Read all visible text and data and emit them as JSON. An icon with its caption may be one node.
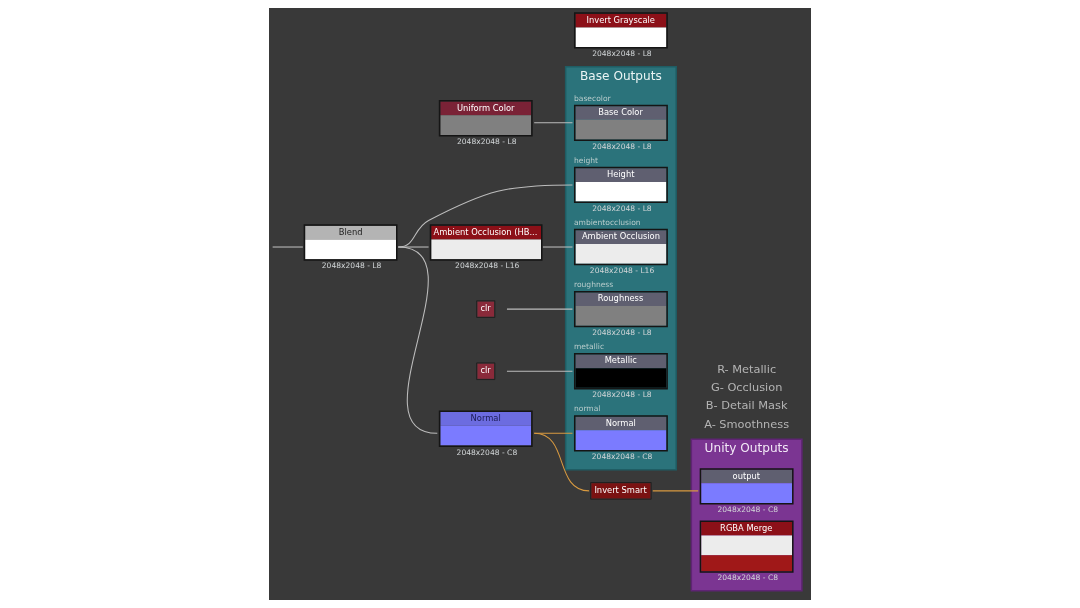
{
  "diagram": {
    "nodes": [
      {
        "text": [
          "Base Outputs"
        ]
      },
      {
        "text": [
          "Unity Outputs"
        ]
      },
      {
        "text": [
          "Uniform Color"
        ],
        "beside": [
          "2048x2048 - L8"
        ]
      },
      {
        "text": [
          "Normal"
        ],
        "beside": [
          "2048x2048 - C8"
        ]
      },
      {
        "text": [
          "Blend"
        ],
        "beside": [
          "2048x2048 - L8"
        ]
      },
      {
        "text": [
          "Ambient Occlusion (HB..."
        ],
        "beside": [
          "2048x2048 - L16"
        ]
      },
      {
        "text": [
          "Base Color"
        ],
        "in": 0,
        "beside": [
          "basecolor",
          "2048x2048 - L8"
        ]
      },
      {
        "text": [
          "Normal"
        ],
        "in": 0,
        "beside": [
          "normal",
          "2048x2048 - C8"
        ]
      },
      {
        "text": [
          "Ambient Occlusion"
        ],
        "in": 0,
        "beside": [
          "ambientocclusion",
          "2048x2048 - L16"
        ]
      },
      {
        "text": [
          "Height"
        ],
        "in": 0,
        "beside": [
          "height",
          "2048x2048 - L8"
        ]
      },
      {
        "text": [
          "Roughness"
        ],
        "in": 0,
        "beside": [
          "roughness",
          "2048x2048 - L8"
        ]
      },
      {
        "text": [
          "Metallic"
        ],
        "in": 0,
        "beside": [
          "metallic",
          "2048x2048 - L8"
        ]
      },
      {
        "text": [
          "clr"
        ]
      },
      {
        "text": [
          "clr"
        ]
      },
      {
        "text": [
          "Invert Smart"
        ]
      },
      {
        "text": [
          "Invert Grayscale"
        ],
        "beside": [
          "2048x2048 - L8"
        ]
      },
      {
        "text": [
          "output"
        ],
        "in": 1,
        "beside": [
          "2048x2048 - C8"
        ]
      },
      {
        "text": [
          "RGBA Merge"
        ],
        "in": 1,
        "beside": [
          "2048x2048 - C8"
        ]
      }
    ],
    "edges": [
      {
        "from": null,
        "to": 4,
        "arrow": "none"
      },
      {
        "from": 2,
        "to": 6,
        "arrow": "none"
      },
      {
        "from": 4,
        "to": 3,
        "arrow": "none"
      },
      {
        "from": 4,
        "to": 5,
        "arrow": "none"
      },
      {
        "from": 4,
        "to": 9,
        "arrow": "none"
      },
      {
        "from": 3,
        "to": 7,
        "arrow": "none",
        "color": "#d89a40"
      },
      {
        "from": 3,
        "to": 14,
        "arrow": "none",
        "color": "#d89a40"
      },
      {
        "from": 5,
        "to": 8,
        "arrow": "none"
      },
      {
        "from": 12,
        "to": 10,
        "arrow": "none"
      },
      {
        "from": 13,
        "to": 11,
        "arrow": "none"
      },
      {
        "from": 14,
        "to": 16,
        "arrow": "none",
        "color": "#d89a40"
      }
    ],
    "labels": [
      "R- Metallic",
      "G- Occlusion",
      "B- Detail Mask",
      "A- Smoothness"
    ]
  }
}
